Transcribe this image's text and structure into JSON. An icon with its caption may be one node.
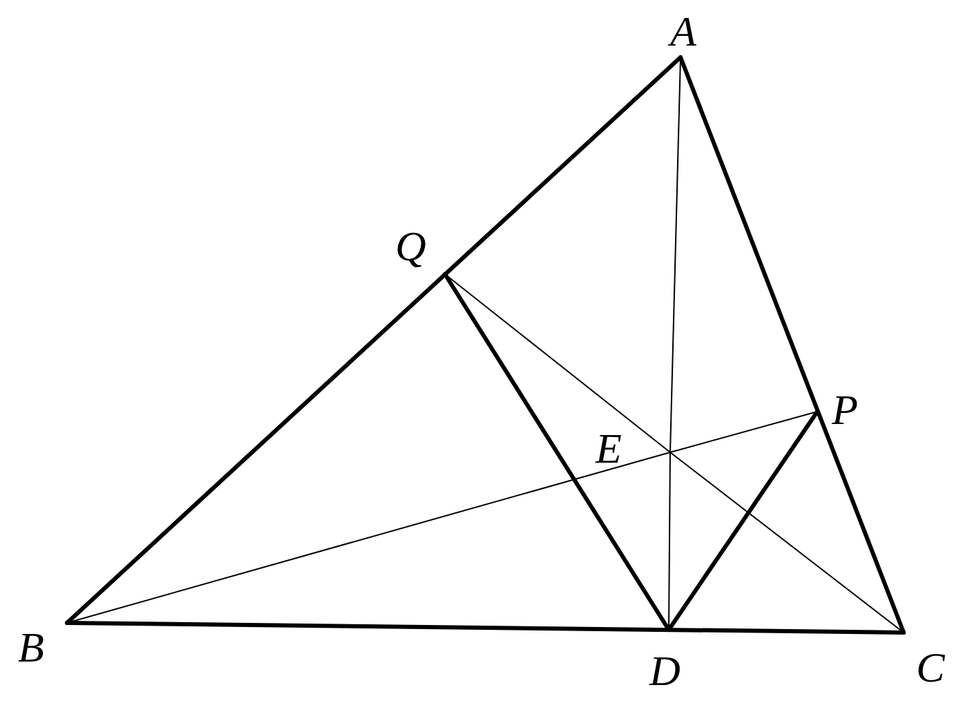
{
  "diagram": {
    "nodes": [
      {
        "text": [
          "A"
        ]
      },
      {
        "text": [
          "B"
        ]
      },
      {
        "text": [
          "C"
        ]
      },
      {
        "text": [
          "D"
        ]
      },
      {
        "text": [
          "E"
        ]
      },
      {
        "text": [
          "P"
        ]
      },
      {
        "text": [
          "Q"
        ]
      }
    ],
    "edges": [
      {
        "from": 0,
        "to": 1,
        "arrow": "none",
        "style": "thick"
      },
      {
        "from": 0,
        "to": 2,
        "arrow": "none",
        "style": "thick"
      },
      {
        "from": 1,
        "to": 2,
        "arrow": "none",
        "style": "thick"
      },
      {
        "from": 6,
        "to": 3,
        "arrow": "none",
        "style": "thick"
      },
      {
        "from": 3,
        "to": 5,
        "arrow": "none",
        "style": "thick"
      },
      {
        "from": 0,
        "to": 4,
        "arrow": "none"
      },
      {
        "from": 4,
        "to": 3,
        "arrow": "none"
      },
      {
        "from": 6,
        "to": 4,
        "arrow": "none"
      },
      {
        "from": 4,
        "to": 2,
        "arrow": "none"
      },
      {
        "from": 1,
        "to": 4,
        "arrow": "none"
      },
      {
        "from": 4,
        "to": 5,
        "arrow": "none"
      }
    ]
  }
}
